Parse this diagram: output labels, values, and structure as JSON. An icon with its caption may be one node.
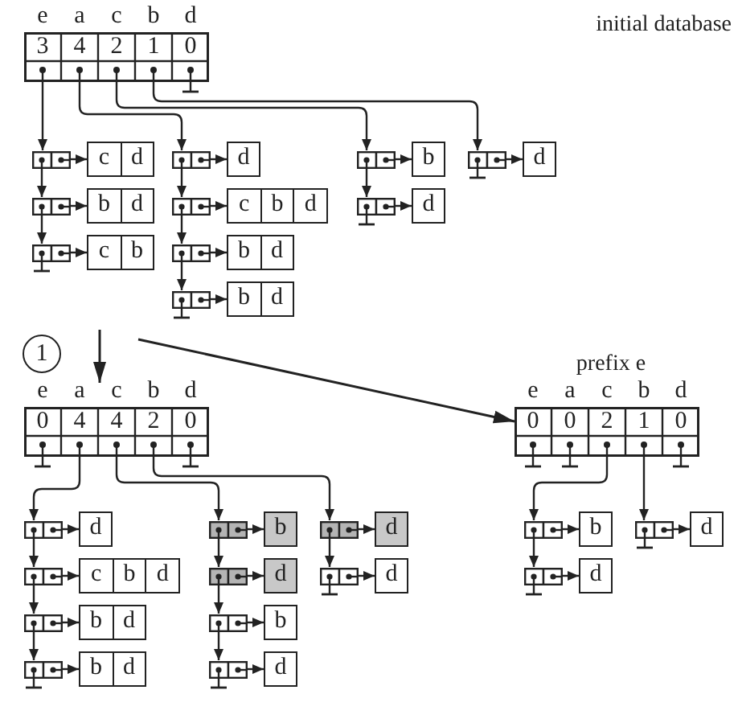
{
  "diagram": {
    "nodes": [
      {
        "text": [
          "e",
          "a",
          "c",
          "b",
          "d",
          "3",
          "4",
          "2",
          "1",
          "0"
        ]
      },
      {
        "text": [],
        "shape": "box"
      },
      {
        "text": [
          "c",
          "d"
        ]
      },
      {
        "text": [],
        "shape": "box"
      },
      {
        "text": [
          "b",
          "d"
        ]
      },
      {
        "text": [],
        "shape": "box"
      },
      {
        "text": [
          "c",
          "b"
        ]
      },
      {
        "text": [],
        "shape": "box"
      },
      {
        "text": [
          "d"
        ]
      },
      {
        "text": [],
        "shape": "box"
      },
      {
        "text": [
          "c",
          "b",
          "d"
        ]
      },
      {
        "text": [],
        "shape": "box"
      },
      {
        "text": [
          "b",
          "d"
        ]
      },
      {
        "text": [],
        "shape": "box"
      },
      {
        "text": [
          "b",
          "d"
        ]
      },
      {
        "text": [],
        "shape": "box"
      },
      {
        "text": [
          "b"
        ]
      },
      {
        "text": [],
        "shape": "box"
      },
      {
        "text": [
          "d"
        ]
      },
      {
        "text": [],
        "shape": "box"
      },
      {
        "text": [
          "d"
        ]
      },
      {
        "text": [
          "1"
        ]
      },
      {
        "text": [
          "e",
          "a",
          "c",
          "b",
          "d",
          "0",
          "4",
          "4",
          "2",
          "0"
        ]
      },
      {
        "text": [],
        "shape": "box"
      },
      {
        "text": [
          "d"
        ]
      },
      {
        "text": [],
        "shape": "box"
      },
      {
        "text": [
          "c",
          "b",
          "d"
        ]
      },
      {
        "text": [],
        "shape": "box"
      },
      {
        "text": [
          "b",
          "d"
        ]
      },
      {
        "text": [],
        "shape": "box"
      },
      {
        "text": [
          "b",
          "d"
        ]
      },
      {
        "text": [],
        "shape": "box"
      },
      {
        "text": [
          "b"
        ]
      },
      {
        "text": [],
        "shape": "box"
      },
      {
        "text": [
          "d"
        ]
      },
      {
        "text": [],
        "shape": "box"
      },
      {
        "text": [
          "b"
        ]
      },
      {
        "text": [],
        "shape": "box"
      },
      {
        "text": [
          "d"
        ]
      },
      {
        "text": [],
        "shape": "box"
      },
      {
        "text": [
          "d"
        ]
      },
      {
        "text": [],
        "shape": "box"
      },
      {
        "text": [
          "d"
        ]
      },
      {
        "text": [
          "e",
          "a",
          "c",
          "b",
          "d",
          "0",
          "0",
          "2",
          "1",
          "0"
        ],
        "beside": [
          "prefix e"
        ]
      },
      {
        "text": [],
        "shape": "box"
      },
      {
        "text": [
          "b"
        ]
      },
      {
        "text": [],
        "shape": "box"
      },
      {
        "text": [
          "d"
        ]
      },
      {
        "text": [],
        "shape": "box"
      },
      {
        "text": [
          "d"
        ]
      }
    ],
    "edges": [
      {
        "from": 0,
        "to": 1,
        "arrow": "to"
      },
      {
        "from": 1,
        "to": 2,
        "arrow": "to"
      },
      {
        "from": 1,
        "to": 3,
        "arrow": "to"
      },
      {
        "from": 3,
        "to": 4,
        "arrow": "to"
      },
      {
        "from": 3,
        "to": 5,
        "arrow": "to"
      },
      {
        "from": 5,
        "to": 6,
        "arrow": "to"
      },
      {
        "from": 0,
        "to": 7,
        "arrow": "to"
      },
      {
        "from": 7,
        "to": 8,
        "arrow": "to"
      },
      {
        "from": 7,
        "to": 9,
        "arrow": "to"
      },
      {
        "from": 9,
        "to": 10,
        "arrow": "to"
      },
      {
        "from": 9,
        "to": 11,
        "arrow": "to"
      },
      {
        "from": 11,
        "to": 12,
        "arrow": "to"
      },
      {
        "from": 11,
        "to": 13,
        "arrow": "to"
      },
      {
        "from": 13,
        "to": 14,
        "arrow": "to"
      },
      {
        "from": 0,
        "to": 15,
        "arrow": "to"
      },
      {
        "from": 15,
        "to": 16,
        "arrow": "to"
      },
      {
        "from": 15,
        "to": 17,
        "arrow": "to"
      },
      {
        "from": 17,
        "to": 18,
        "arrow": "to"
      },
      {
        "from": 0,
        "to": 19,
        "arrow": "to"
      },
      {
        "from": 19,
        "to": 20,
        "arrow": "to"
      },
      {
        "from": null,
        "to": 22,
        "arrow": "to"
      },
      {
        "from": null,
        "to": 43,
        "arrow": "to"
      },
      {
        "from": 22,
        "to": 23,
        "arrow": "to"
      },
      {
        "from": 23,
        "to": 24,
        "arrow": "to"
      },
      {
        "from": 23,
        "to": 25,
        "arrow": "to"
      },
      {
        "from": 25,
        "to": 26,
        "arrow": "to"
      },
      {
        "from": 25,
        "to": 27,
        "arrow": "to"
      },
      {
        "from": 27,
        "to": 28,
        "arrow": "to"
      },
      {
        "from": 27,
        "to": 29,
        "arrow": "to"
      },
      {
        "from": 29,
        "to": 30,
        "arrow": "to"
      },
      {
        "from": 22,
        "to": 31,
        "arrow": "to"
      },
      {
        "from": 31,
        "to": 32,
        "arrow": "to"
      },
      {
        "from": 31,
        "to": 33,
        "arrow": "to"
      },
      {
        "from": 33,
        "to": 34,
        "arrow": "to"
      },
      {
        "from": 33,
        "to": 35,
        "arrow": "to"
      },
      {
        "from": 35,
        "to": 36,
        "arrow": "to"
      },
      {
        "from": 35,
        "to": 37,
        "arrow": "to"
      },
      {
        "from": 37,
        "to": 38,
        "arrow": "to"
      },
      {
        "from": 22,
        "to": 39,
        "arrow": "to"
      },
      {
        "from": 39,
        "to": 40,
        "arrow": "to"
      },
      {
        "from": 39,
        "to": 41,
        "arrow": "to"
      },
      {
        "from": 41,
        "to": 42,
        "arrow": "to"
      },
      {
        "from": 43,
        "to": 44,
        "arrow": "to"
      },
      {
        "from": 44,
        "to": 45,
        "arrow": "to"
      },
      {
        "from": 44,
        "to": 46,
        "arrow": "to"
      },
      {
        "from": 46,
        "to": 47,
        "arrow": "to"
      },
      {
        "from": 43,
        "to": 48,
        "arrow": "to"
      },
      {
        "from": 48,
        "to": 49,
        "arrow": "to"
      }
    ],
    "labels": [
      "initial database"
    ]
  }
}
